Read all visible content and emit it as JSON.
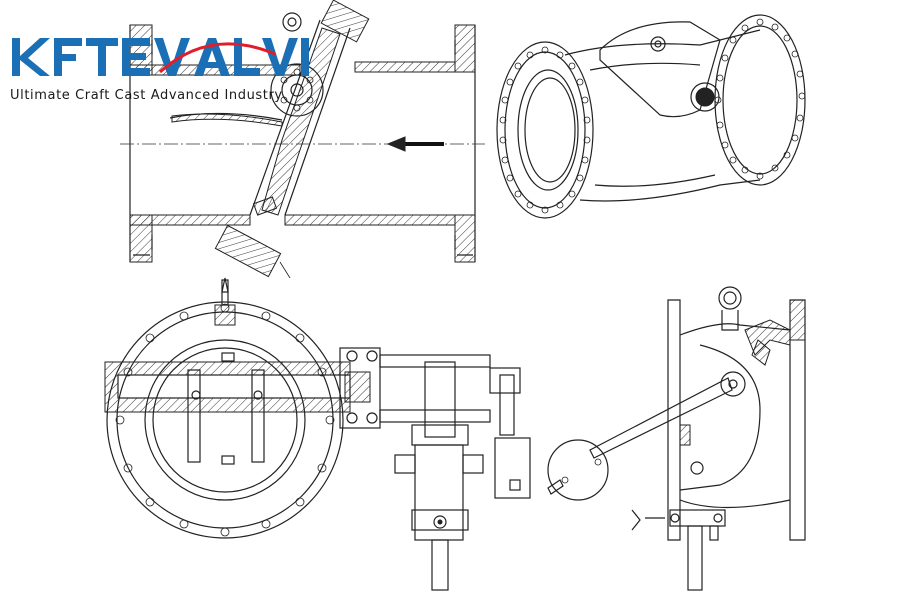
{
  "brand": {
    "name": "KFTEVALVE",
    "tagline": "Ultimate Craft Cast Advanced Industry",
    "color": "#1b6fb5"
  },
  "views": [
    {
      "name": "section-view"
    },
    {
      "name": "isometric-view"
    },
    {
      "name": "front-view-with-cylinder"
    },
    {
      "name": "side-view-with-counterweight"
    }
  ],
  "flow_arrow": {
    "direction": "left"
  }
}
